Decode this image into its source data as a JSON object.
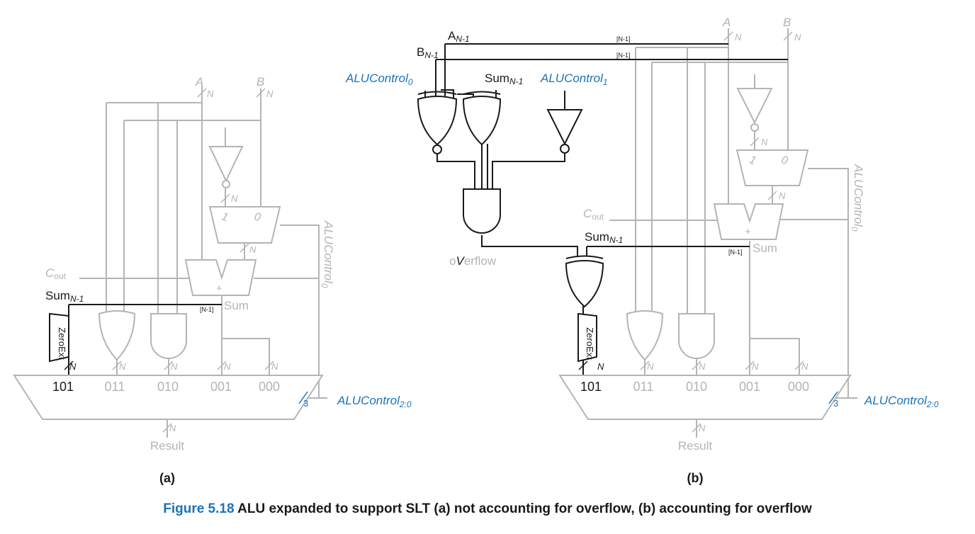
{
  "colors": {
    "active": "#1a1a1a",
    "inactive": "#b4b4b4",
    "blue": "#1a73b8"
  },
  "signals": {
    "A": "A",
    "B": "B",
    "N": "N",
    "N1": "[N-1]",
    "cout": "C",
    "cout_sub": "out",
    "sum_n1": "Sum",
    "sum_n1_sub": "N-1",
    "sum": "Sum",
    "zeroext": "ZeroExt",
    "plus": "+",
    "result": "Result",
    "three": "3",
    "mux_1": "1",
    "mux_0": "0",
    "alucontrol": "ALUControl",
    "alucontrol_0_sub": "0",
    "alucontrol_1_sub": "1",
    "alucontrol_20_sub": "2:0",
    "a_n1": "A",
    "a_n1_sub": "N-1",
    "b_n1": "B",
    "b_n1_sub": "N-1",
    "overflow_o": "o",
    "overflow_v": "V",
    "overflow_rest": "erflow"
  },
  "mux_inputs": [
    "101",
    "011",
    "010",
    "001",
    "000"
  ],
  "panels": {
    "a": "(a)",
    "b": "(b)"
  },
  "caption": {
    "label": "Figure 5.18",
    "text": "ALU expanded to support SLT (a) not accounting for overflow, (b) accounting for overflow"
  }
}
